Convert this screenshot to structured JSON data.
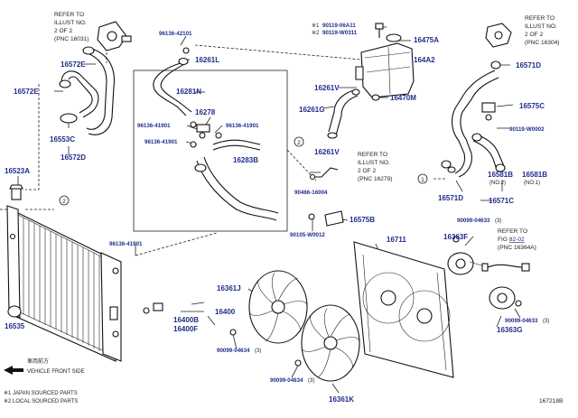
{
  "labels": {
    "p16572E_top": "16572E",
    "p16572E_left": "16572E",
    "p16553C": "16553C",
    "p16572D": "16572D",
    "p16523A": "16523A",
    "p16535": "16535",
    "p96136_42101": "96136-42101",
    "p16261L": "16261L",
    "p16281N": "16281N",
    "p16278": "16278",
    "p96136_41901_a": "96136-41901",
    "p96136_41901_b": "96136-41901",
    "p96136_41901_c": "96136-41901",
    "p96136_41901_d": "96136-41901",
    "p16283B": "16283B",
    "p90119_06A11": "90119-06A11",
    "p90119_W0311": "90119-W0311",
    "p16475A": "16475A",
    "p164A2": "164A2",
    "p16261V_a": "16261V",
    "p16261V_b": "16261V",
    "p16470M": "16470M",
    "p16261G": "16261G",
    "p90466_16004": "90466-16004",
    "p16575B": "16575B",
    "p90105_W0012": "90105-W0012",
    "p16571D_top": "16571D",
    "p16571D_bot": "16571D",
    "p16575C": "16575C",
    "p90119_W0002": "90119-W0002",
    "p16581B_a": "16581B",
    "p16581B_b": "16581B",
    "no2": "(NO.2)",
    "no1": "(NO.1)",
    "p16571C": "16571C",
    "p90099_04633_a": "90099-04633",
    "p90099_04633_a_qty": "(3)",
    "p16363F": "16363F",
    "p16711": "16711",
    "p16361J": "16361J",
    "p16400B": "16400B",
    "p16400": "16400",
    "p16400F": "16400F",
    "p90099_04634_a": "90099-04634",
    "p90099_04634_a_qty": "(3)",
    "p90099_04634_b": "90099-04634",
    "p90099_04634_b_qty": "(3)",
    "p16361K": "16361K",
    "p90099_04633_b": "90099-04633",
    "p90099_04633_b_qty": "(3)",
    "p16363G": "16363G",
    "circle2": "2",
    "circle1": "1"
  },
  "references": {
    "ref_16031": [
      "REFER TO",
      "ILLUST NO.",
      "2  OF 2",
      "(PNC 16031)"
    ],
    "ref_16304": [
      "REFER TO",
      "ILLUST NO.",
      "2  OF 2",
      "(PNC 16304)"
    ],
    "ref_16279": [
      "REFER TO",
      "ILLUST NO.",
      "2  OF 2",
      "(PNC 16279)"
    ],
    "ref_82_02": {
      "line1": "REFER TO",
      "line2_prefix": "FIG ",
      "line2_link": "82-02",
      "line3": "(PNC 16364A)"
    }
  },
  "footnote_marks": {
    "mark1": "※1",
    "mark2": "※2"
  },
  "footer": {
    "front_jp": "車両前方",
    "front_en": "VEHICLE FRONT SIDE",
    "note1": "※1  JAPAN SOURCED PARTS",
    "note2": "※2  LOCAL SOURCED PARTS",
    "illustration_id": "167218B"
  },
  "colors": {
    "part_number": "#1f2d8c",
    "link": "#1f2d8c",
    "line": "#222222"
  }
}
